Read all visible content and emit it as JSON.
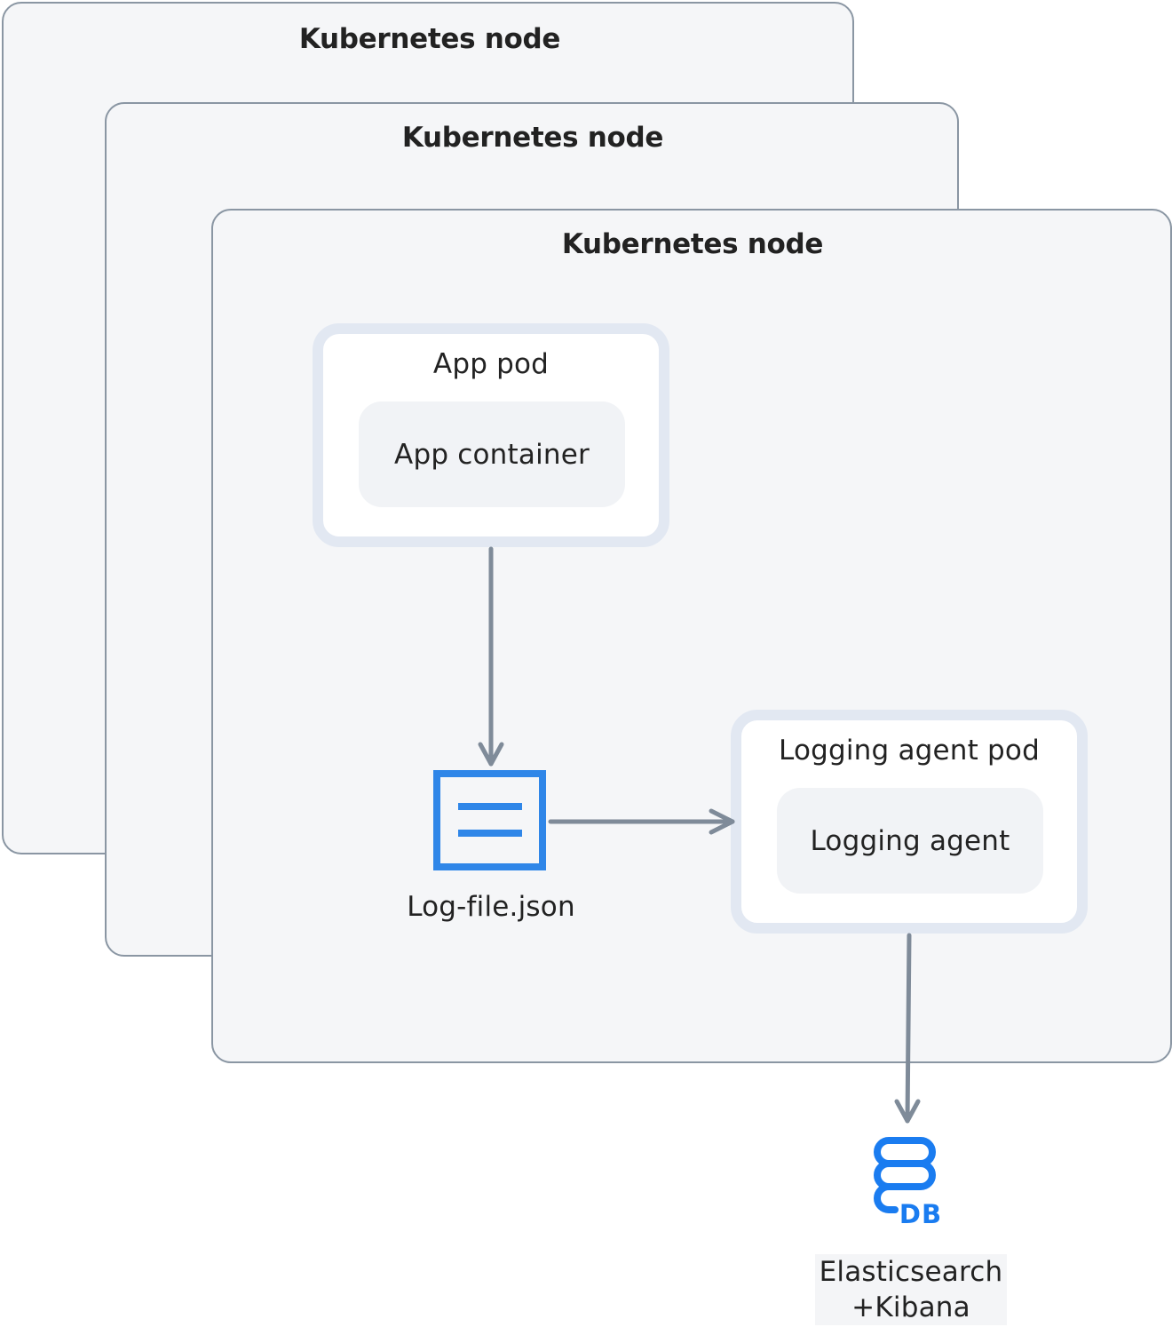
{
  "nodes": [
    {
      "title": "Kubernetes node"
    },
    {
      "title": "Kubernetes node"
    },
    {
      "title": "Kubernetes node"
    }
  ],
  "app_pod": {
    "title": "App pod",
    "container": "App container"
  },
  "log_file": {
    "label": "Log-file.json",
    "icon": "document-icon"
  },
  "agent_pod": {
    "title": "Logging agent pod",
    "container": "Logging agent"
  },
  "database": {
    "label_line1": "Elasticsearch",
    "label_line2": "+Kibana",
    "icon": "database-icon",
    "icon_text": "DB"
  },
  "colors": {
    "node_fill": "#f5f6f8",
    "node_border": "#8a96a3",
    "pod_border": "#e2e8f2",
    "arrow": "#7f8b99",
    "accent_blue": "#2f86e8",
    "db_blue": "#1a7cf0"
  }
}
